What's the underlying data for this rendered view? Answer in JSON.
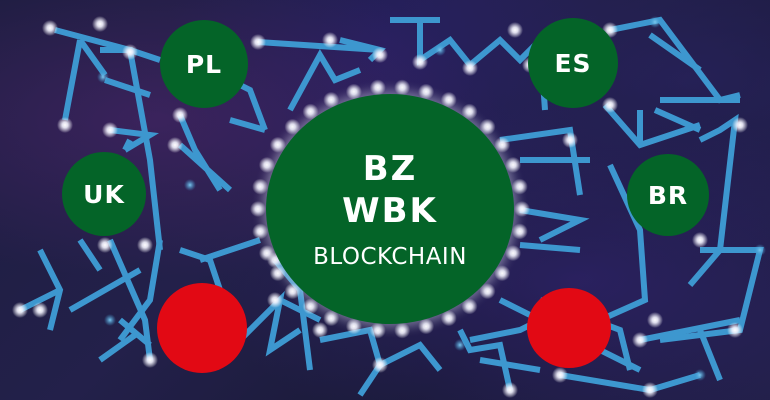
{
  "title": {
    "line1": "BZ",
    "line2": "WBK",
    "line3": "BLOCKCHAIN"
  },
  "nodes": [
    {
      "name": "node-pl",
      "label": "PL",
      "color": "#046428"
    },
    {
      "name": "node-es",
      "label": "ES",
      "color": "#046428"
    },
    {
      "name": "node-uk",
      "label": "UK",
      "color": "#046428"
    },
    {
      "name": "node-br",
      "label": "BR",
      "color": "#046428"
    },
    {
      "name": "node-red-left",
      "label": "",
      "color": "#e20914"
    },
    {
      "name": "node-red-right",
      "label": "",
      "color": "#e20914"
    }
  ],
  "colors": {
    "line": "#3d97cf",
    "glow": "#ffffff",
    "green": "#046428",
    "red": "#e20914"
  }
}
